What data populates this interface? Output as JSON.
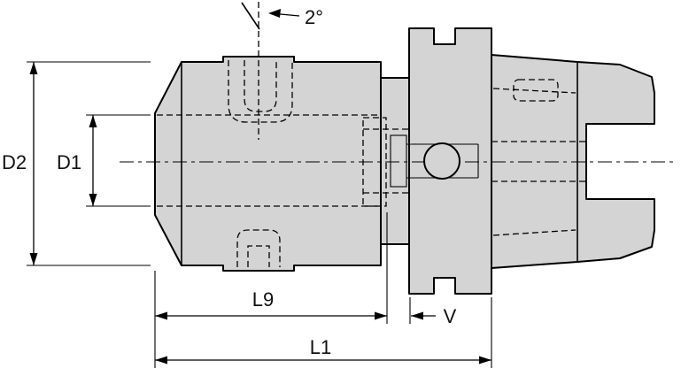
{
  "drawing": {
    "type": "technical-drawing",
    "subject": "Milling tool holder (Weldon shank adapter) side view with dimension callouts",
    "labels": {
      "d2": "D2",
      "d1": "D1",
      "l9": "L9",
      "v": "V",
      "l1": "L1",
      "angle": "2°"
    },
    "colors": {
      "body_fill": "#d4d4d4",
      "line": "#000000",
      "background": "#ffffff"
    }
  }
}
